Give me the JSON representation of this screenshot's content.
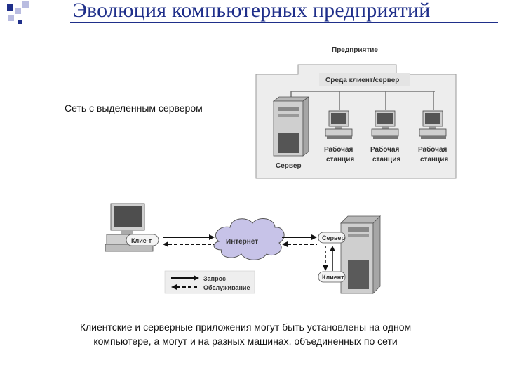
{
  "slide": {
    "title": "Эволюция компьютерных предприятий",
    "caption_top": "Сеть с выделенным сервером",
    "caption_bottom_line1": "Клиентские и серверные приложения могут быть установлены на одном",
    "caption_bottom_line2": "компьютере, а могут и на разных машинах, объединенных по сети"
  },
  "enterprise_diagram": {
    "enterprise_label": "Предприятие",
    "environment_label": "Среда клиент/сервер",
    "server_label": "Сервер",
    "workstations": [
      {
        "line1": "Рабочая",
        "line2": "станция"
      },
      {
        "line1": "Рабочая",
        "line2": "станция"
      },
      {
        "line1": "Рабочая",
        "line2": "станция"
      }
    ]
  },
  "network_diagram": {
    "client_label": "Клие-т",
    "internet_label": "Интернет",
    "server_label": "Сервер",
    "local_client_label": "Клиент",
    "legend": {
      "request": "Запрос",
      "service": "Обслуживание"
    }
  },
  "colors": {
    "title": "#1f2f8a",
    "cloud": "#c7c3e8",
    "panel": "#ececec",
    "device": "#d4d4d4"
  }
}
